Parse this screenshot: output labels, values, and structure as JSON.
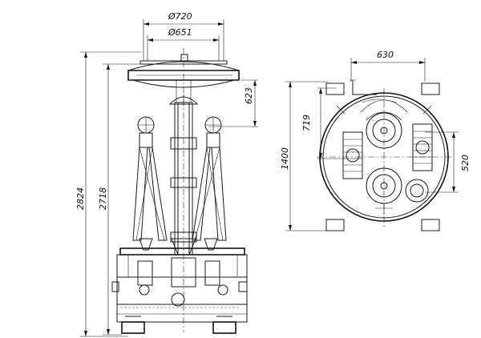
{
  "front_view": {
    "dims": {
      "outer_diameter": "Ø720",
      "inner_diameter": "Ø651",
      "lid_height": "623",
      "total_height": "2824",
      "body_height": "2718"
    }
  },
  "top_view": {
    "dims": {
      "width": "630",
      "vertical_offset": "719",
      "height": "1400",
      "spacing": "520"
    }
  }
}
